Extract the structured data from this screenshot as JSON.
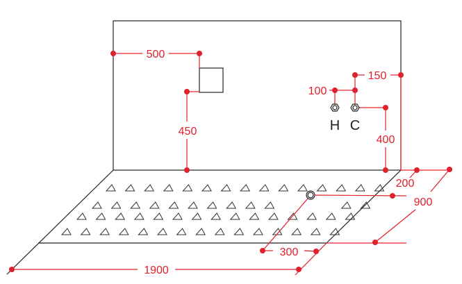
{
  "dimensions": {
    "wall_offset_horizontal": "500",
    "wall_offset_height": "450",
    "pipe_spacing": "100",
    "pipe_to_edge": "150",
    "pipe_height": "400",
    "drain_from_back": "200",
    "depth": "900",
    "drain_offset": "300",
    "length": "1900"
  },
  "labels": {
    "hot": "H",
    "cold": "C"
  },
  "colors": {
    "dimension": "#e0202a",
    "outline": "#222222"
  }
}
